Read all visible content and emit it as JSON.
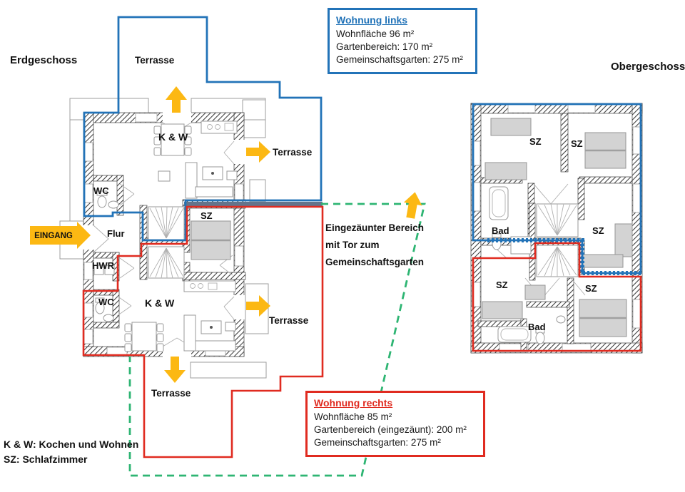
{
  "colors": {
    "blue": "#2273b8",
    "red": "#e02b20",
    "green": "#2eb573",
    "yellow": "#fcb813"
  },
  "floors": {
    "left_title": "Erdgeschoss",
    "right_title": "Obergeschoss"
  },
  "info_left": {
    "title": "Wohnung links",
    "line1": "Wohnfläche 96 m²",
    "line2": "Gartenbereich: 170 m²",
    "line3": "Gemeinschaftsgarten: 275 m²"
  },
  "info_right": {
    "title": "Wohnung rechts",
    "line1": "Wohnfläche 85 m²",
    "line2": "Gartenbereich (eingezäunt): 200 m²",
    "line3": "Gemeinschaftsgarten: 275 m²"
  },
  "entrance_label": "EINGANG",
  "fence_note": {
    "line1": "Eingezäunter Bereich",
    "line2": "mit Tor zum",
    "line3": "Gemeinschaftsgarten"
  },
  "legend": {
    "line1": "K & W: Kochen und Wohnen",
    "line2": "SZ: Schlafzimmer"
  },
  "labels": {
    "terrasse_top": "Terrasse",
    "terrasse_right_top": "Terrasse",
    "terrasse_right_bottom": "Terrasse",
    "terrasse_bottom": "Terrasse",
    "kw_top": "K & W",
    "kw_bottom": "K & W",
    "wc_top": "WC",
    "wc_bottom": "WC",
    "flur": "Flur",
    "hwr": "HWR",
    "sz_eg": "SZ",
    "og_sz_tl": "SZ",
    "og_sz_tr": "SZ",
    "og_bad_top": "Bad",
    "og_sz_mr": "SZ",
    "og_sz_ml": "SZ",
    "og_sz_br": "SZ",
    "og_bad_bottom": "Bad"
  }
}
